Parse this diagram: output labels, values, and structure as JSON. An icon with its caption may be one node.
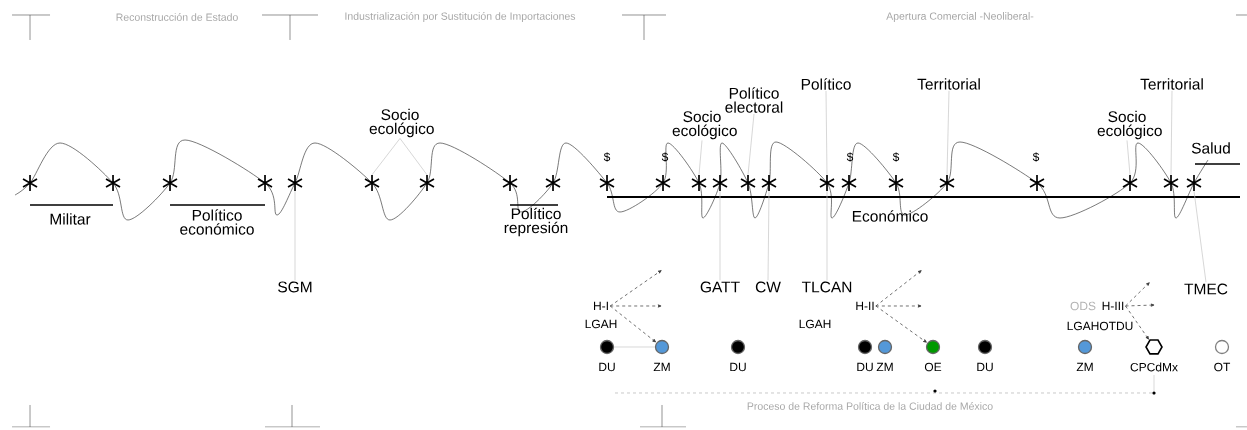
{
  "diagram": {
    "nodes": [
      {
        "text": [
          "Socio ecológico"
        ]
      },
      {
        "text": [
          "Socio ecológico"
        ]
      },
      {
        "text": [
          "Político electoral"
        ]
      },
      {
        "text": [
          "Político"
        ]
      },
      {
        "text": [
          "Territorial"
        ]
      },
      {
        "text": [
          "Socio ecológico"
        ]
      },
      {
        "text": [
          "Territorial"
        ]
      },
      {
        "text": [
          "SGM"
        ]
      },
      {
        "text": [
          "GATT"
        ]
      },
      {
        "text": [
          "CW"
        ]
      },
      {
        "text": [
          "TLCAN"
        ]
      },
      {
        "text": [
          "TMEC"
        ]
      },
      {
        "text": [
          "H-I"
        ]
      },
      {
        "text": [
          "H-II"
        ]
      },
      {
        "text": [
          "H-III"
        ]
      },
      {
        "text": [],
        "shape": "circle",
        "beside": [
          "DU"
        ]
      },
      {
        "text": [],
        "shape": "circle",
        "beside": [
          "ZM"
        ]
      },
      {
        "text": [],
        "shape": "circle",
        "beside": [
          "DU"
        ]
      },
      {
        "text": [],
        "shape": "circle",
        "beside": [
          "DU"
        ]
      },
      {
        "text": [],
        "shape": "circle",
        "beside": [
          "ZM"
        ]
      },
      {
        "text": [],
        "shape": "circle",
        "beside": [
          "OE"
        ]
      },
      {
        "text": [],
        "shape": "circle",
        "beside": [
          "DU"
        ]
      },
      {
        "text": [],
        "shape": "circle",
        "beside": [
          "ZM"
        ]
      },
      {
        "text": [],
        "shape": "hexagon",
        "beside": [
          "CPCdMx"
        ]
      },
      {
        "text": [],
        "shape": "circle",
        "beside": [
          "OT"
        ]
      },
      {
        "text": [],
        "shape": "asterisk"
      },
      {
        "text": [],
        "shape": "asterisk"
      },
      {
        "text": [],
        "shape": "asterisk"
      },
      {
        "text": [],
        "shape": "asterisk"
      },
      {
        "text": [],
        "shape": "asterisk"
      },
      {
        "text": [],
        "shape": "asterisk"
      },
      {
        "text": [],
        "shape": "asterisk"
      },
      {
        "text": [],
        "shape": "asterisk"
      },
      {
        "text": [],
        "shape": "asterisk"
      },
      {
        "text": [],
        "shape": "asterisk"
      },
      {
        "text": [],
        "shape": "asterisk"
      },
      {
        "text": [],
        "shape": "asterisk"
      }
    ],
    "edges": [
      {
        "from": 0,
        "to": 26,
        "arrow": "none"
      },
      {
        "from": 0,
        "to": 27,
        "arrow": "none"
      },
      {
        "from": 1,
        "to": 28,
        "arrow": "none"
      },
      {
        "from": 2,
        "to": 30,
        "arrow": "none"
      },
      {
        "from": 3,
        "to": 32,
        "arrow": "none"
      },
      {
        "from": 4,
        "to": 33,
        "arrow": "none"
      },
      {
        "from": 5,
        "to": 34,
        "arrow": "none"
      },
      {
        "from": 6,
        "to": 35,
        "arrow": "none"
      },
      {
        "from": 7,
        "to": 25,
        "arrow": "none"
      },
      {
        "from": 8,
        "to": 29,
        "arrow": "none"
      },
      {
        "from": 9,
        "to": 31,
        "arrow": "none"
      },
      {
        "from": 10,
        "to": 32,
        "arrow": "none"
      },
      {
        "from": 11,
        "to": 36,
        "arrow": "none"
      },
      {
        "from": 12,
        "to": null,
        "arrow": "to",
        "style": "dashed",
        "color": "#333333"
      },
      {
        "from": 12,
        "to": null,
        "arrow": "to",
        "style": "dashed",
        "color": "#333333"
      },
      {
        "from": 12,
        "to": 16,
        "arrow": "to",
        "style": "dashed",
        "color": "#333333"
      },
      {
        "from": 13,
        "to": null,
        "arrow": "to",
        "style": "dashed",
        "color": "#333333"
      },
      {
        "from": 13,
        "to": null,
        "arrow": "to",
        "style": "dashed",
        "color": "#333333"
      },
      {
        "from": 13,
        "to": 20,
        "arrow": "to",
        "style": "dashed",
        "color": "#333333"
      },
      {
        "from": 14,
        "to": null,
        "arrow": "to",
        "style": "dashed",
        "color": "#333333"
      },
      {
        "from": 14,
        "to": null,
        "arrow": "to",
        "style": "dashed",
        "color": "#333333"
      },
      {
        "from": 14,
        "to": 23,
        "arrow": "to",
        "style": "dashed",
        "color": "#333333"
      },
      {
        "from": 15,
        "to": 16,
        "arrow": "none"
      }
    ],
    "labels": [
      "Reconstrucción de Estado",
      "Industrialización por Sustitución de Importaciones",
      "Apertura Comercial -Neoliberal-",
      "Militar",
      "Político económico",
      "Político represión",
      "Económico",
      "Salud",
      "$",
      "$",
      "$",
      "$",
      "$",
      "LGAH",
      "LGAH",
      "ODS",
      "LGAHOTDU",
      "Proceso de Reforma Política de la Ciudad de México"
    ]
  }
}
